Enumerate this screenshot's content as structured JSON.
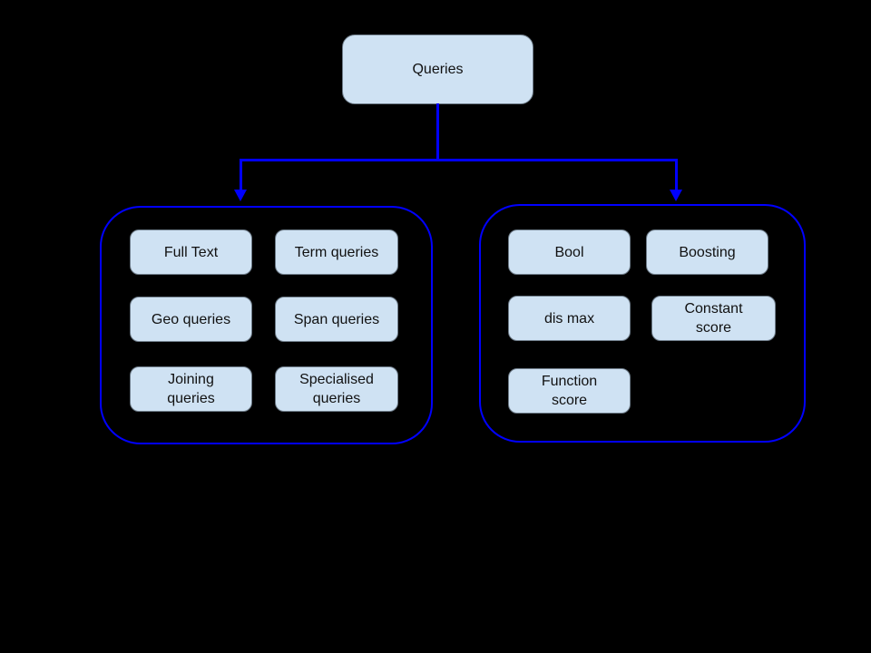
{
  "diagram": {
    "title": "Queries taxonomy diagram",
    "colors": {
      "background": "#000000",
      "connector": "#0000ff",
      "group_border": "#0000ff",
      "node_fill": "#cfe2f3",
      "node_text": "#111111"
    },
    "root": {
      "label": "Queries"
    },
    "groups": [
      {
        "name": "left-query-group",
        "items": [
          {
            "label": "Full Text"
          },
          {
            "label": "Term queries"
          },
          {
            "label": "Geo queries"
          },
          {
            "label": "Span queries"
          },
          {
            "label": "Joining\nqueries"
          },
          {
            "label": "Specialised\nqueries"
          }
        ]
      },
      {
        "name": "right-query-group",
        "items": [
          {
            "label": "Bool"
          },
          {
            "label": "Boosting"
          },
          {
            "label": "dis max"
          },
          {
            "label": "Constant\nscore"
          },
          {
            "label": "Function\nscore"
          }
        ]
      }
    ]
  }
}
